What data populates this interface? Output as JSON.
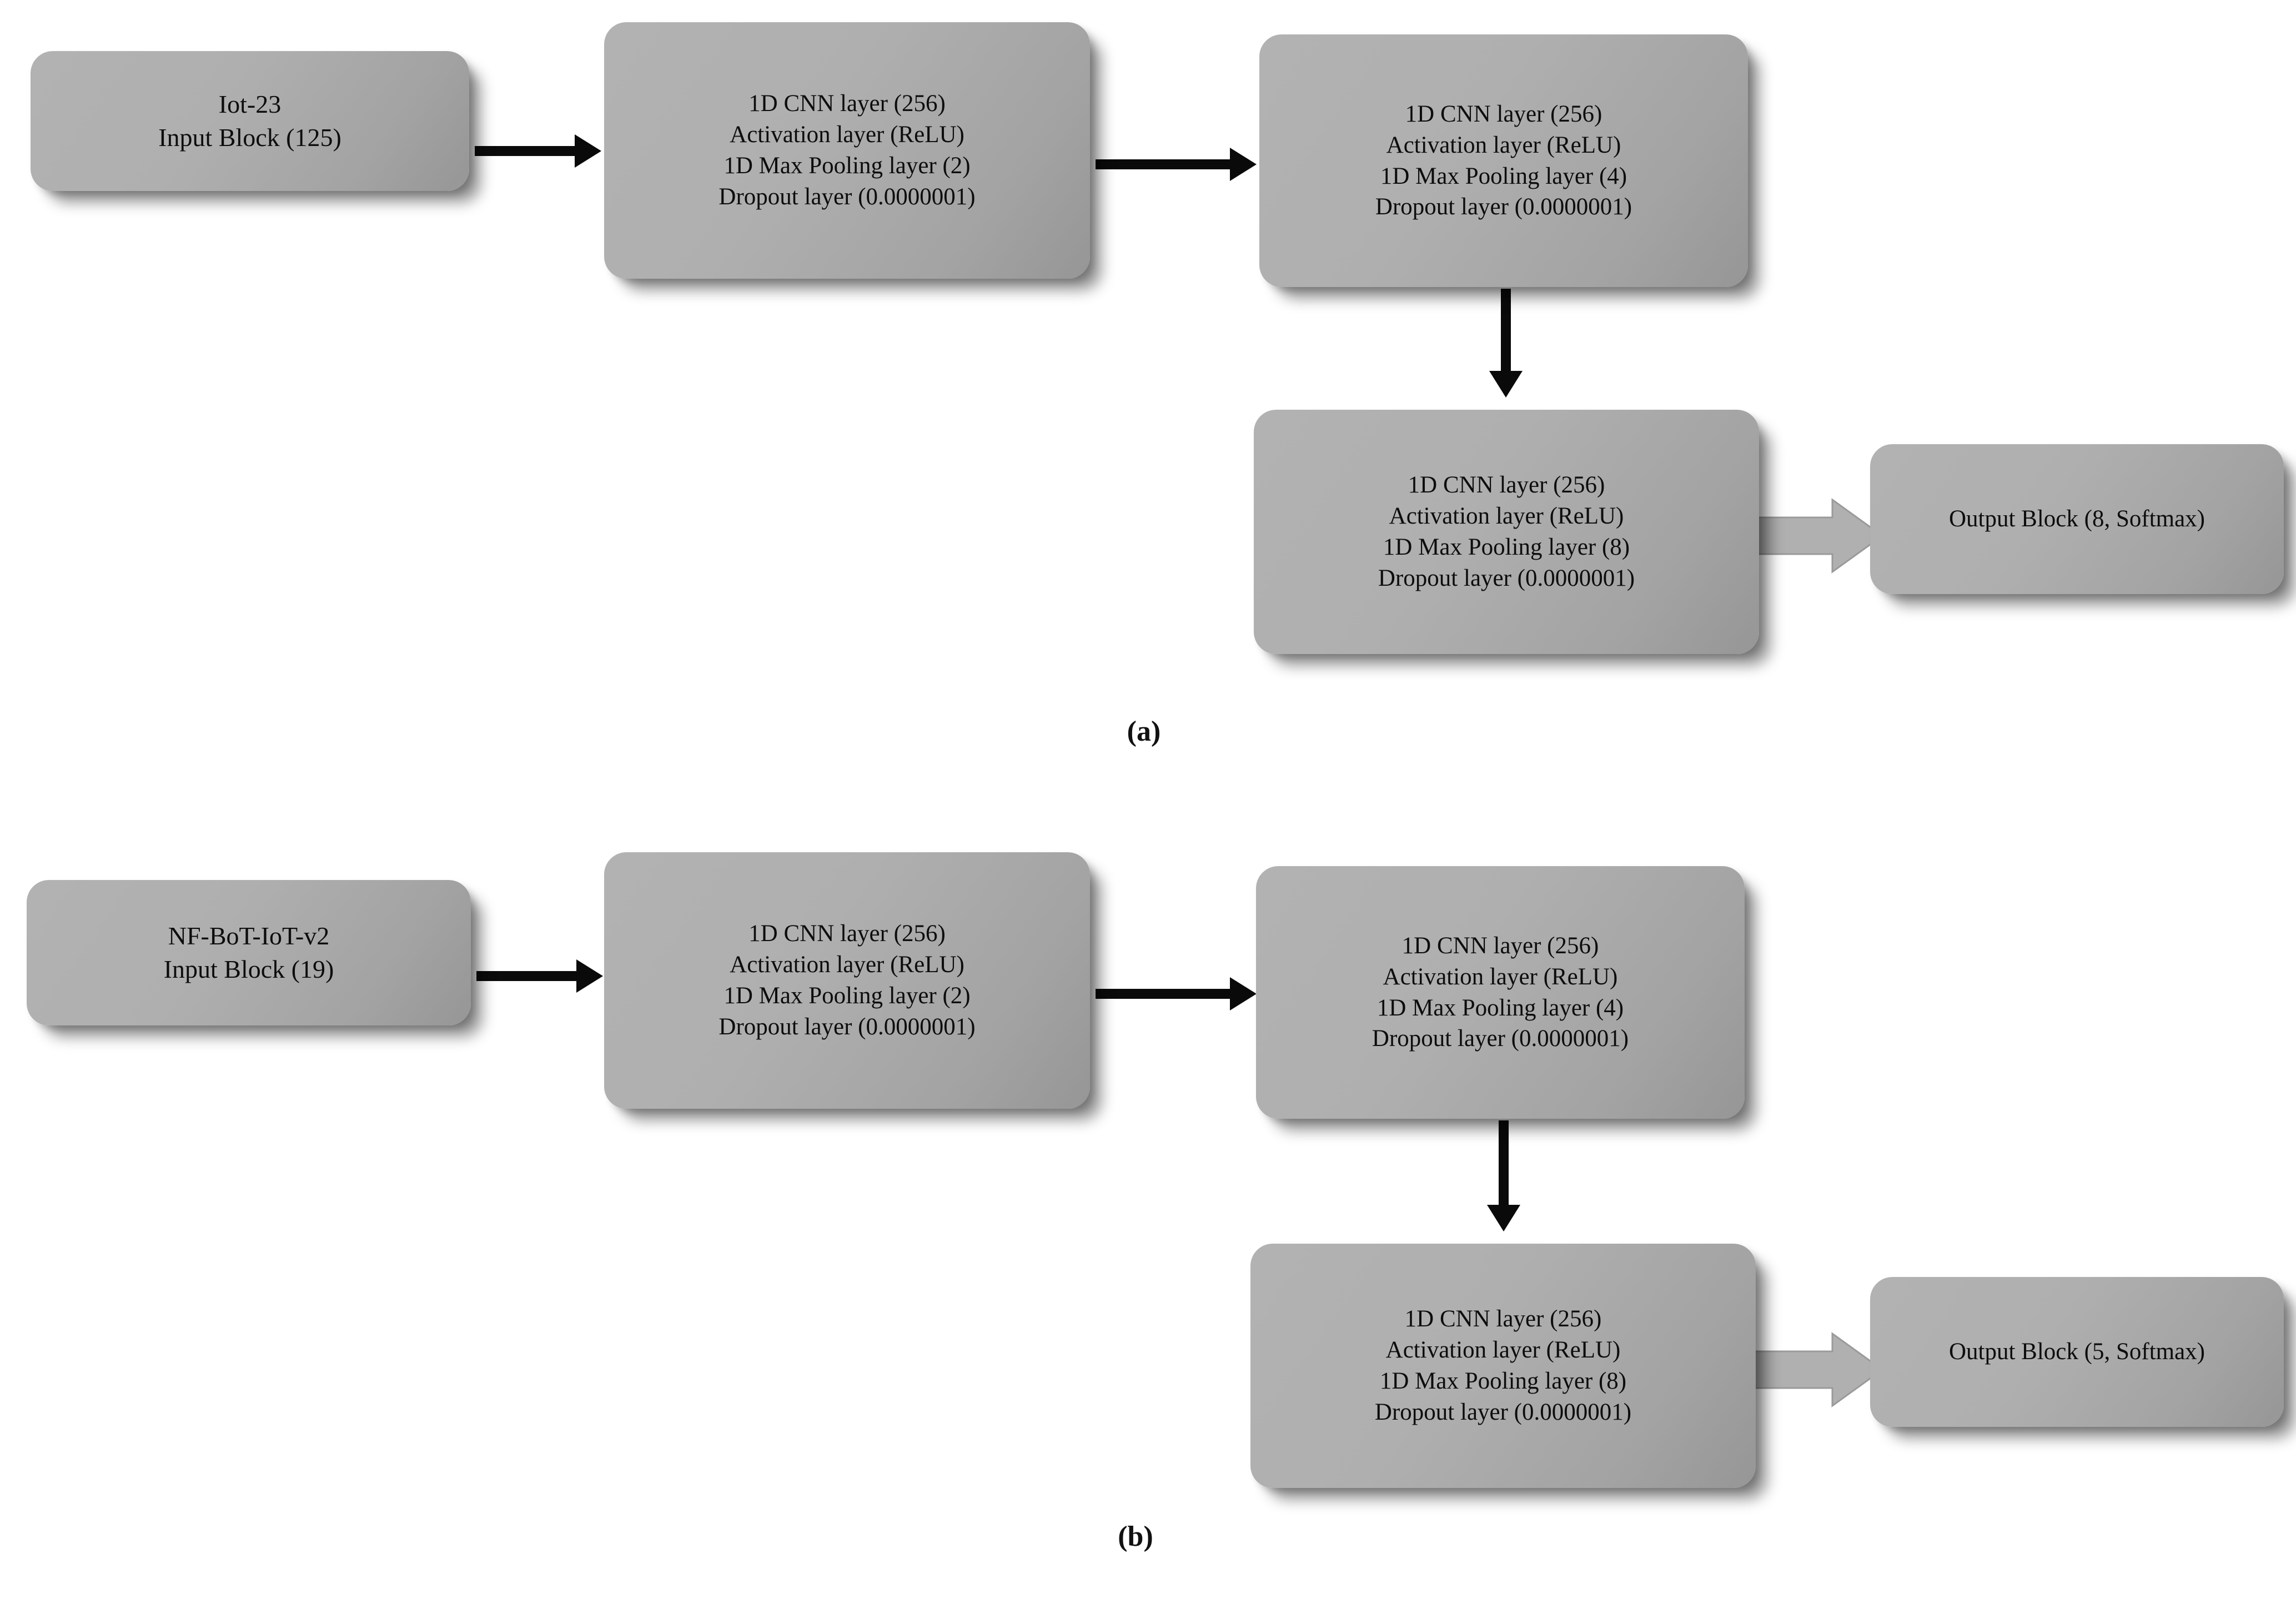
{
  "figures": [
    {
      "id": "a",
      "caption": "(a)",
      "input_block": {
        "lines": [
          "Iot-23",
          "Input Block (125)"
        ]
      },
      "conv_blocks": [
        {
          "lines": [
            "1D CNN layer (256)",
            "Activation layer (ReLU)",
            "1D Max Pooling layer (2)",
            "Dropout layer (0.0000001)"
          ]
        },
        {
          "lines": [
            "1D CNN layer (256)",
            "Activation layer (ReLU)",
            "1D Max Pooling layer (4)",
            "Dropout layer (0.0000001)"
          ]
        },
        {
          "lines": [
            "1D CNN layer (256)",
            "Activation layer (ReLU)",
            "1D Max Pooling layer (8)",
            "Dropout layer (0.0000001)"
          ]
        }
      ],
      "output_block": {
        "lines": [
          "Output Block (8, Softmax)"
        ]
      }
    },
    {
      "id": "b",
      "caption": "(b)",
      "input_block": {
        "lines": [
          "NF-BoT-IoT-v2",
          "Input Block (19)"
        ]
      },
      "conv_blocks": [
        {
          "lines": [
            "1D CNN layer (256)",
            "Activation layer (ReLU)",
            "1D Max Pooling layer (2)",
            "Dropout layer (0.0000001)"
          ]
        },
        {
          "lines": [
            "1D CNN layer (256)",
            "Activation layer (ReLU)",
            "1D Max Pooling layer (4)",
            "Dropout layer (0.0000001)"
          ]
        },
        {
          "lines": [
            "1D CNN layer (256)",
            "Activation layer (ReLU)",
            "1D Max Pooling layer (8)",
            "Dropout layer (0.0000001)"
          ]
        }
      ],
      "output_block": {
        "lines": [
          "Output Block (5, Softmax)"
        ]
      }
    }
  ],
  "colors": {
    "block_fill": "#aeaeae",
    "block_fill_dark": "#969696",
    "arrow_black": "#0a0a0a",
    "arrow_gray": "#b0b0b0",
    "arrow_gray_edge": "#8f8f8f",
    "text": "#0d0d0d",
    "background": "#ffffff"
  }
}
